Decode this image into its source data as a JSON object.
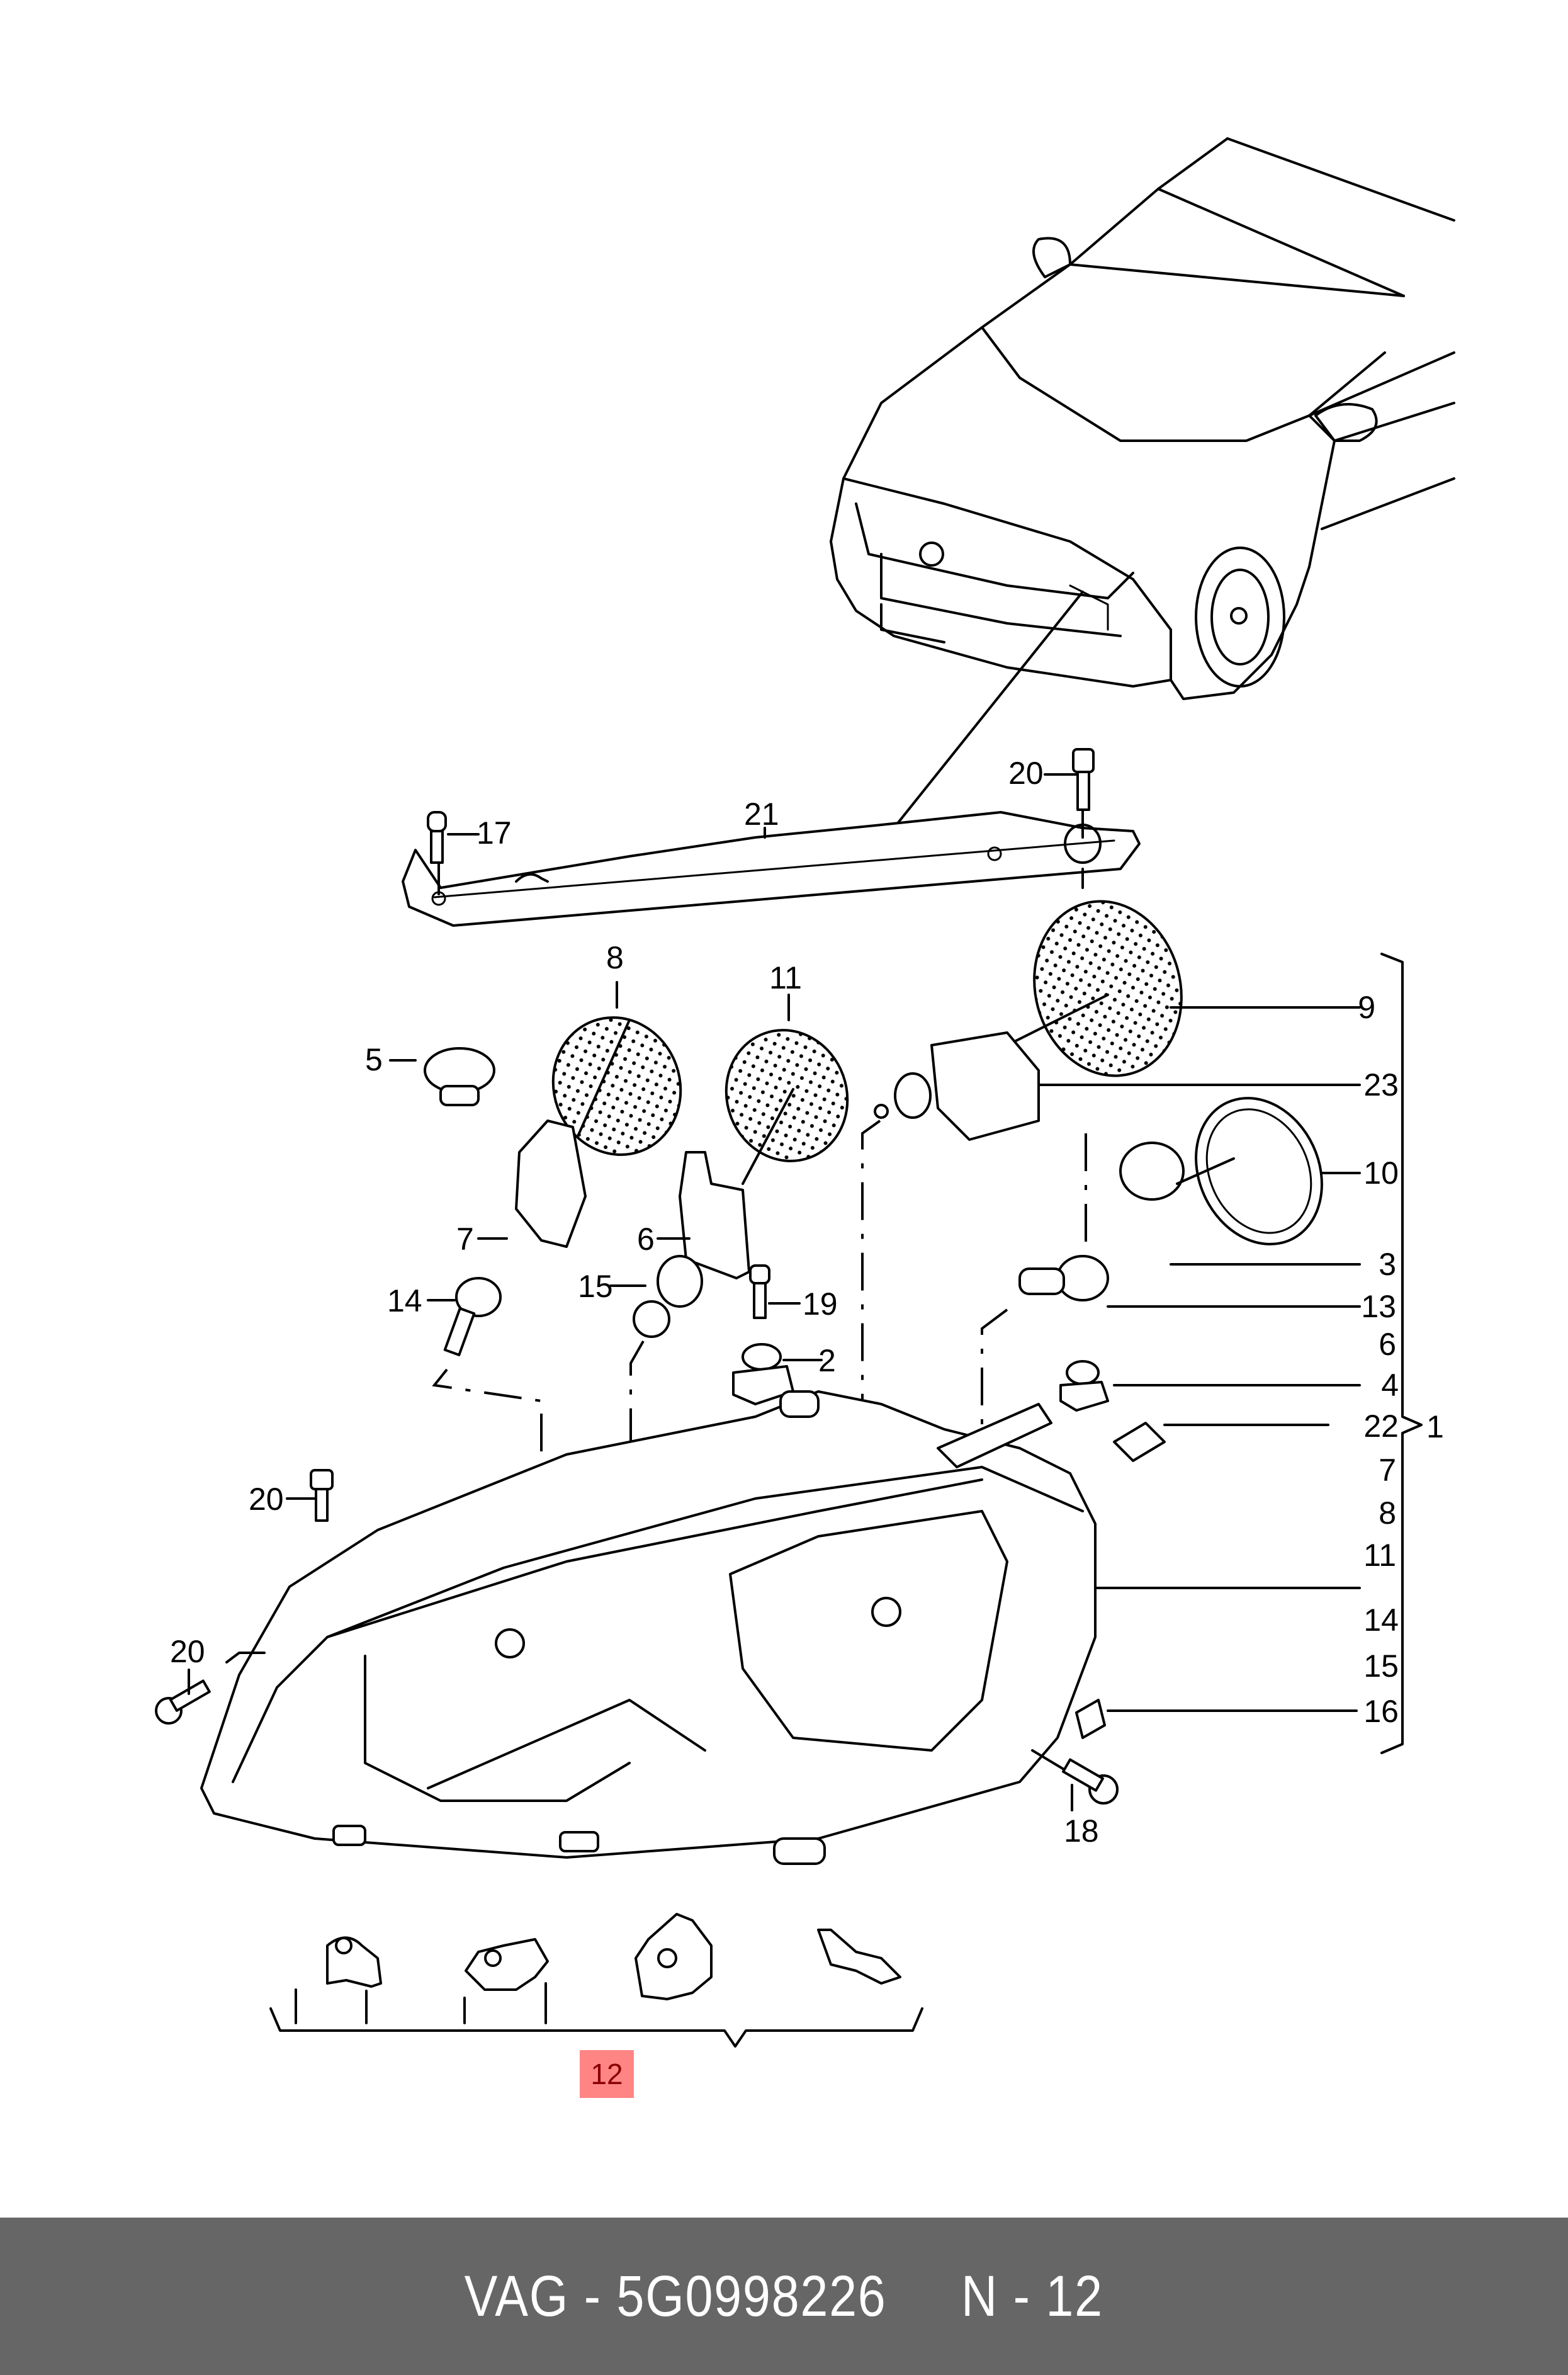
{
  "diagram": {
    "vehicle": "car-front-illustration",
    "callouts": {
      "c1": "1",
      "c2": "2",
      "c3": "3",
      "c4": "4",
      "c5": "5",
      "c6a": "6",
      "c6b": "6",
      "c7a": "7",
      "c7b": "7",
      "c8a": "8",
      "c8b": "8",
      "c9": "9",
      "c10": "10",
      "c11a": "11",
      "c11b": "11",
      "c13": "13",
      "c14a": "14",
      "c14b": "14",
      "c15a": "15",
      "c15b": "15",
      "c16": "16",
      "c17": "17",
      "c18": "18",
      "c19": "19",
      "c20a": "20",
      "c20b": "20",
      "c20c": "20",
      "c21": "21",
      "c22": "22",
      "c23": "23"
    },
    "highlight": {
      "label": "12",
      "fill_color": "#ff8585",
      "text_color": "#8b0000"
    }
  },
  "footer": {
    "text": "VAG - 5G0998226     N - 12",
    "background_color": "#666666",
    "text_color": "#ffffff"
  }
}
